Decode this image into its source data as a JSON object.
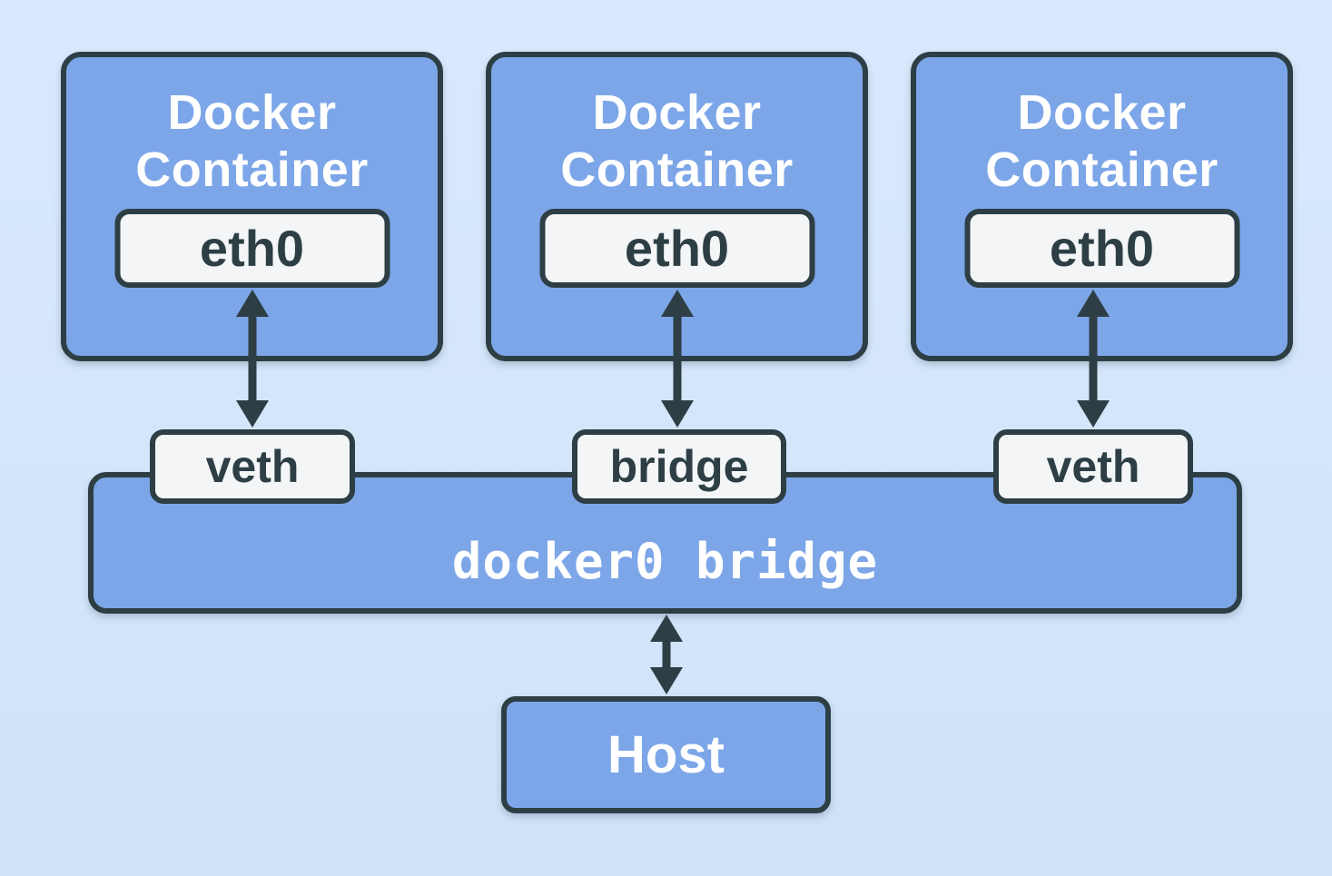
{
  "diagram": {
    "containers": [
      {
        "label": "Docker Container",
        "interface": "eth0"
      },
      {
        "label": "Docker Container",
        "interface": "eth0"
      },
      {
        "label": "Docker Container",
        "interface": "eth0"
      }
    ],
    "connectors": [
      {
        "label": "veth"
      },
      {
        "label": "bridge"
      },
      {
        "label": "veth"
      }
    ],
    "bridge_bar": {
      "label": "docker0 bridge"
    },
    "host": {
      "label": "Host"
    },
    "colors": {
      "background": "#d5e6fb",
      "node_fill": "#7ca6e8",
      "node_border": "#2d3f44",
      "chip_fill": "#f3f5f6",
      "chip_text": "#2d3f44",
      "node_text": "#ffffff"
    }
  }
}
